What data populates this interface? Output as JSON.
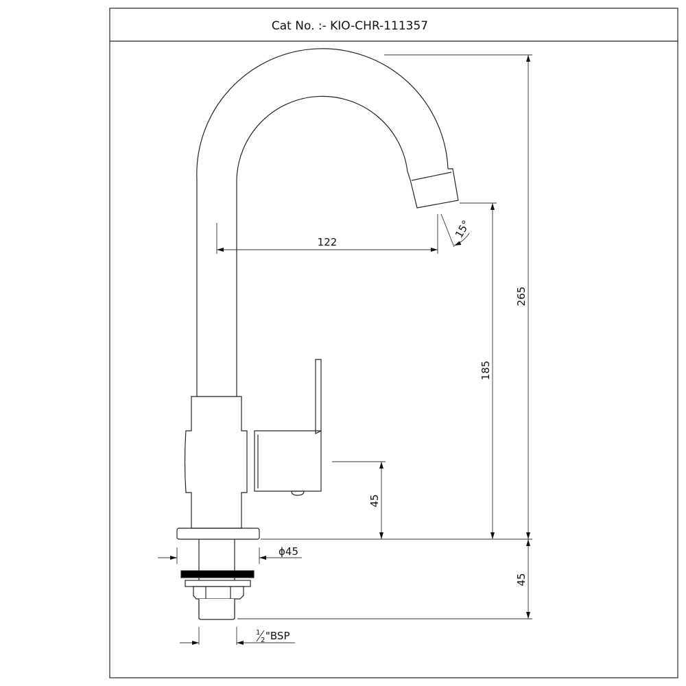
{
  "header": {
    "title": "Cat No. :- KIO-CHR-111357"
  },
  "dimensions": {
    "spout_reach": "122",
    "spout_angle": "15°",
    "total_height": "265",
    "spout_height": "185",
    "handle_height": "45",
    "flange_diameter": "ϕ45",
    "shank_length": "45",
    "thread_whole": "1",
    "thread_num": "2",
    "thread_label": "\"BSP"
  },
  "colors": {
    "line": "#222222",
    "washer": "#000000"
  }
}
